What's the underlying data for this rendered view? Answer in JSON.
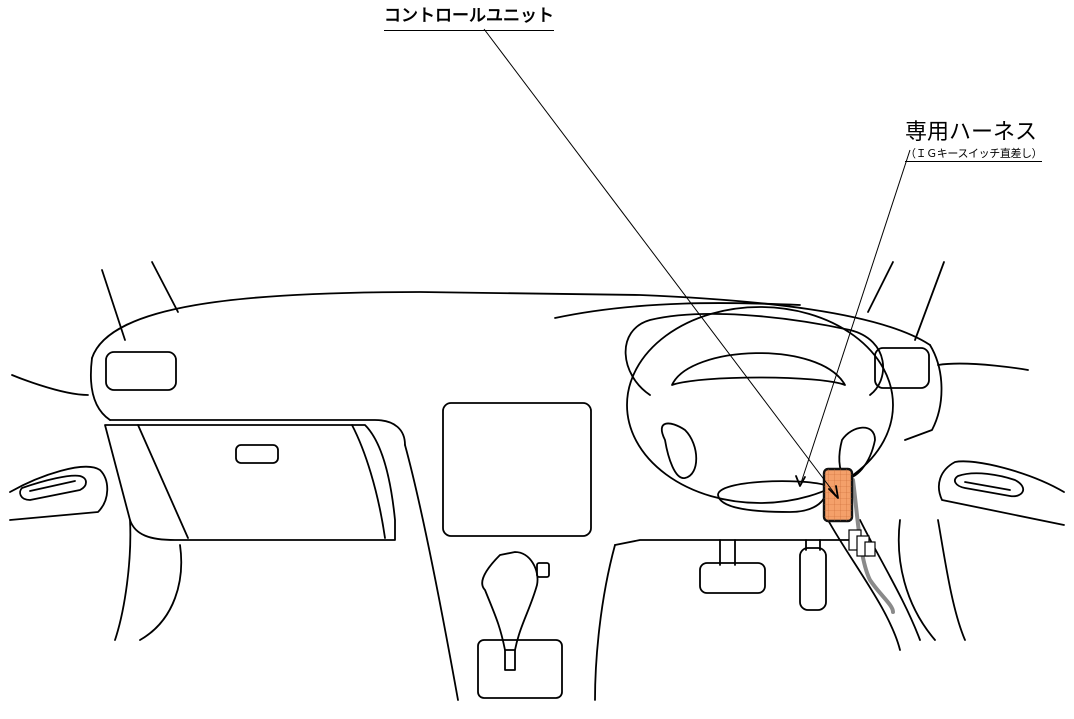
{
  "labels": {
    "control_unit": "コントロールユニット",
    "harness": "専用ハーネス",
    "harness_note": "（ＩＧキースイッチ直差し）"
  },
  "colors": {
    "unit_fill": "#f4a06a",
    "unit_stroke": "#111111",
    "harness_wire": "#8a8a8a",
    "line": "#000000",
    "background": "#ffffff"
  }
}
